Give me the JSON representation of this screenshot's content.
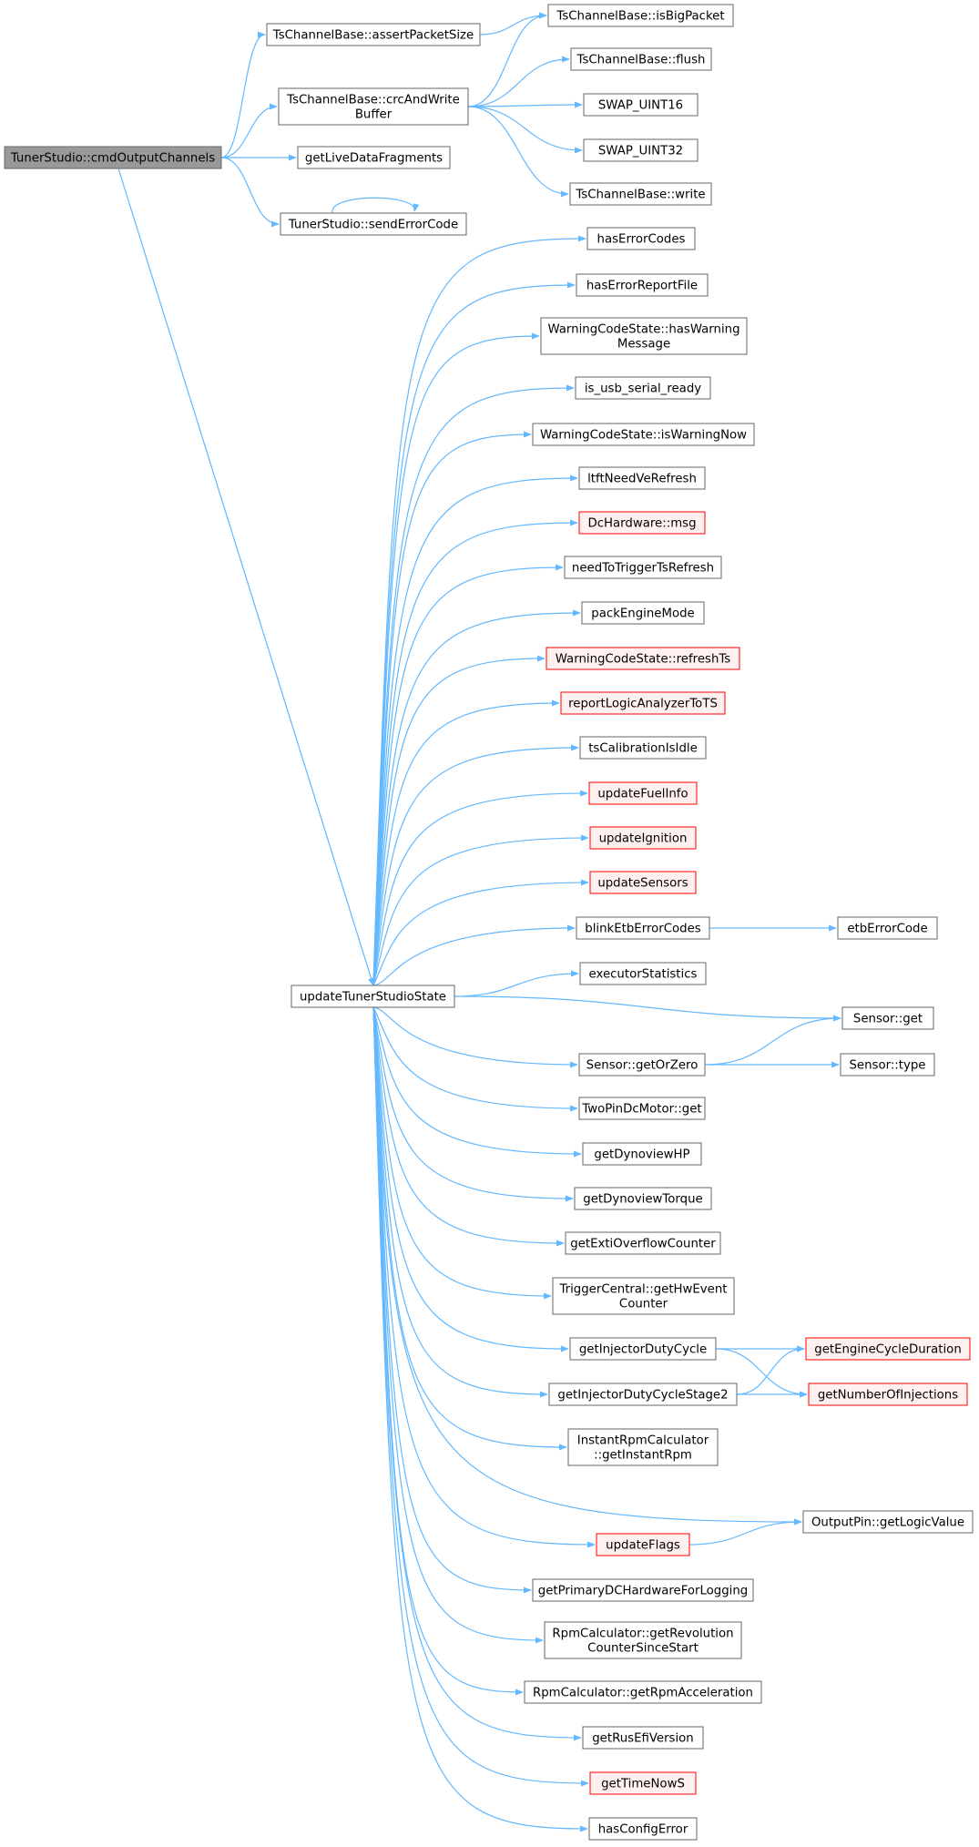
{
  "colors": {
    "edge": "#63b8ff",
    "node_border": "#666666",
    "node_fill": "#ffffff",
    "root_fill": "#999999",
    "root_border": "#666666",
    "incomplete_border": "#ff0000",
    "incomplete_fill": "#fff0f0"
  },
  "nodes": [
    {
      "id": "root",
      "lines": [
        "TunerStudio::cmdOutputChannels"
      ],
      "style": "root"
    },
    {
      "id": "assertPacketSize",
      "lines": [
        "TsChannelBase::assertPacketSize"
      ],
      "style": "normal"
    },
    {
      "id": "isBigPacket",
      "lines": [
        "TsChannelBase::isBigPacket"
      ],
      "style": "normal"
    },
    {
      "id": "crcAndWriteBuffer",
      "lines": [
        "TsChannelBase::crcAndWrite",
        "Buffer"
      ],
      "style": "normal"
    },
    {
      "id": "flush",
      "lines": [
        "TsChannelBase::flush"
      ],
      "style": "normal"
    },
    {
      "id": "swap16",
      "lines": [
        "SWAP_UINT16"
      ],
      "style": "normal"
    },
    {
      "id": "swap32",
      "lines": [
        "SWAP_UINT32"
      ],
      "style": "normal"
    },
    {
      "id": "write",
      "lines": [
        "TsChannelBase::write"
      ],
      "style": "normal"
    },
    {
      "id": "getLiveDataFragments",
      "lines": [
        "getLiveDataFragments"
      ],
      "style": "normal"
    },
    {
      "id": "sendErrorCode",
      "lines": [
        "TunerStudio::sendErrorCode"
      ],
      "style": "normal"
    },
    {
      "id": "updateTunerStudioState",
      "lines": [
        "updateTunerStudioState"
      ],
      "style": "normal"
    },
    {
      "id": "hasErrorCodes",
      "lines": [
        "hasErrorCodes"
      ],
      "style": "normal"
    },
    {
      "id": "hasErrorReportFile",
      "lines": [
        "hasErrorReportFile"
      ],
      "style": "normal"
    },
    {
      "id": "hasWarningMessage",
      "lines": [
        "WarningCodeState::hasWarning",
        "Message"
      ],
      "style": "normal"
    },
    {
      "id": "isUsbSerialReady",
      "lines": [
        "is_usb_serial_ready"
      ],
      "style": "normal"
    },
    {
      "id": "isWarningNow",
      "lines": [
        "WarningCodeState::isWarningNow"
      ],
      "style": "normal"
    },
    {
      "id": "ltftNeedVeRefresh",
      "lines": [
        "ltftNeedVeRefresh"
      ],
      "style": "normal"
    },
    {
      "id": "dcHardwareMsg",
      "lines": [
        "DcHardware::msg"
      ],
      "style": "incomplete"
    },
    {
      "id": "needToTriggerTsRefresh",
      "lines": [
        "needToTriggerTsRefresh"
      ],
      "style": "normal"
    },
    {
      "id": "packEngineMode",
      "lines": [
        "packEngineMode"
      ],
      "style": "normal"
    },
    {
      "id": "refreshTs",
      "lines": [
        "WarningCodeState::refreshTs"
      ],
      "style": "incomplete"
    },
    {
      "id": "reportLogicAnalyzerToTS",
      "lines": [
        "reportLogicAnalyzerToTS"
      ],
      "style": "incomplete"
    },
    {
      "id": "tsCalibrationIsIdle",
      "lines": [
        "tsCalibrationIsIdle"
      ],
      "style": "normal"
    },
    {
      "id": "updateFuelInfo",
      "lines": [
        "updateFuelInfo"
      ],
      "style": "incomplete"
    },
    {
      "id": "updateIgnition",
      "lines": [
        "updateIgnition"
      ],
      "style": "incomplete"
    },
    {
      "id": "updateSensors",
      "lines": [
        "updateSensors"
      ],
      "style": "incomplete"
    },
    {
      "id": "blinkEtbErrorCodes",
      "lines": [
        "blinkEtbErrorCodes"
      ],
      "style": "normal"
    },
    {
      "id": "etbErrorCode",
      "lines": [
        "etbErrorCode"
      ],
      "style": "normal"
    },
    {
      "id": "executorStatistics",
      "lines": [
        "executorStatistics"
      ],
      "style": "normal"
    },
    {
      "id": "sensorGet",
      "lines": [
        "Sensor::get"
      ],
      "style": "normal"
    },
    {
      "id": "sensorGetOrZero",
      "lines": [
        "Sensor::getOrZero"
      ],
      "style": "normal"
    },
    {
      "id": "sensorType",
      "lines": [
        "Sensor::type"
      ],
      "style": "normal"
    },
    {
      "id": "twoPinDcMotorGet",
      "lines": [
        "TwoPinDcMotor::get"
      ],
      "style": "normal"
    },
    {
      "id": "getDynoviewHP",
      "lines": [
        "getDynoviewHP"
      ],
      "style": "normal"
    },
    {
      "id": "getDynoviewTorque",
      "lines": [
        "getDynoviewTorque"
      ],
      "style": "normal"
    },
    {
      "id": "getExtiOverflowCounter",
      "lines": [
        "getExtiOverflowCounter"
      ],
      "style": "normal"
    },
    {
      "id": "getHwEventCounter",
      "lines": [
        "TriggerCentral::getHwEvent",
        "Counter"
      ],
      "style": "normal"
    },
    {
      "id": "getInjectorDutyCycle",
      "lines": [
        "getInjectorDutyCycle"
      ],
      "style": "normal"
    },
    {
      "id": "getEngineCycleDuration",
      "lines": [
        "getEngineCycleDuration"
      ],
      "style": "incomplete"
    },
    {
      "id": "getInjectorDutyCycleStage2",
      "lines": [
        "getInjectorDutyCycleStage2"
      ],
      "style": "normal"
    },
    {
      "id": "getNumberOfInjections",
      "lines": [
        "getNumberOfInjections"
      ],
      "style": "incomplete"
    },
    {
      "id": "getInstantRpm",
      "lines": [
        "InstantRpmCalculator",
        "::getInstantRpm"
      ],
      "style": "normal"
    },
    {
      "id": "getLogicValue",
      "lines": [
        "OutputPin::getLogicValue"
      ],
      "style": "normal"
    },
    {
      "id": "updateFlags",
      "lines": [
        "updateFlags"
      ],
      "style": "incomplete"
    },
    {
      "id": "getPrimaryDCHardwareForLogging",
      "lines": [
        "getPrimaryDCHardwareForLogging"
      ],
      "style": "normal"
    },
    {
      "id": "getRevolutionCounterSinceStart",
      "lines": [
        "RpmCalculator::getRevolution",
        "CounterSinceStart"
      ],
      "style": "normal"
    },
    {
      "id": "getRpmAcceleration",
      "lines": [
        "RpmCalculator::getRpmAcceleration"
      ],
      "style": "normal"
    },
    {
      "id": "getRusEfiVersion",
      "lines": [
        "getRusEfiVersion"
      ],
      "style": "normal"
    },
    {
      "id": "getTimeNowS",
      "lines": [
        "getTimeNowS"
      ],
      "style": "incomplete"
    },
    {
      "id": "hasConfigError",
      "lines": [
        "hasConfigError"
      ],
      "style": "normal"
    }
  ],
  "edges": [
    [
      "root",
      "assertPacketSize"
    ],
    [
      "root",
      "crcAndWriteBuffer"
    ],
    [
      "root",
      "getLiveDataFragments"
    ],
    [
      "root",
      "sendErrorCode"
    ],
    [
      "root",
      "updateTunerStudioState"
    ],
    [
      "assertPacketSize",
      "isBigPacket"
    ],
    [
      "crcAndWriteBuffer",
      "isBigPacket"
    ],
    [
      "crcAndWriteBuffer",
      "flush"
    ],
    [
      "crcAndWriteBuffer",
      "swap16"
    ],
    [
      "crcAndWriteBuffer",
      "swap32"
    ],
    [
      "crcAndWriteBuffer",
      "write"
    ],
    [
      "sendErrorCode",
      "sendErrorCode"
    ],
    [
      "updateTunerStudioState",
      "hasErrorCodes"
    ],
    [
      "updateTunerStudioState",
      "hasErrorReportFile"
    ],
    [
      "updateTunerStudioState",
      "hasWarningMessage"
    ],
    [
      "updateTunerStudioState",
      "isUsbSerialReady"
    ],
    [
      "updateTunerStudioState",
      "isWarningNow"
    ],
    [
      "updateTunerStudioState",
      "ltftNeedVeRefresh"
    ],
    [
      "updateTunerStudioState",
      "dcHardwareMsg"
    ],
    [
      "updateTunerStudioState",
      "needToTriggerTsRefresh"
    ],
    [
      "updateTunerStudioState",
      "packEngineMode"
    ],
    [
      "updateTunerStudioState",
      "refreshTs"
    ],
    [
      "updateTunerStudioState",
      "reportLogicAnalyzerToTS"
    ],
    [
      "updateTunerStudioState",
      "tsCalibrationIsIdle"
    ],
    [
      "updateTunerStudioState",
      "updateFuelInfo"
    ],
    [
      "updateTunerStudioState",
      "updateIgnition"
    ],
    [
      "updateTunerStudioState",
      "updateSensors"
    ],
    [
      "updateTunerStudioState",
      "blinkEtbErrorCodes"
    ],
    [
      "updateTunerStudioState",
      "executorStatistics"
    ],
    [
      "updateTunerStudioState",
      "sensorGet"
    ],
    [
      "updateTunerStudioState",
      "sensorGetOrZero"
    ],
    [
      "updateTunerStudioState",
      "twoPinDcMotorGet"
    ],
    [
      "updateTunerStudioState",
      "getDynoviewHP"
    ],
    [
      "updateTunerStudioState",
      "getDynoviewTorque"
    ],
    [
      "updateTunerStudioState",
      "getExtiOverflowCounter"
    ],
    [
      "updateTunerStudioState",
      "getHwEventCounter"
    ],
    [
      "updateTunerStudioState",
      "getInjectorDutyCycle"
    ],
    [
      "updateTunerStudioState",
      "getInjectorDutyCycleStage2"
    ],
    [
      "updateTunerStudioState",
      "getInstantRpm"
    ],
    [
      "updateTunerStudioState",
      "getLogicValue"
    ],
    [
      "updateTunerStudioState",
      "updateFlags"
    ],
    [
      "updateTunerStudioState",
      "getPrimaryDCHardwareForLogging"
    ],
    [
      "updateTunerStudioState",
      "getRevolutionCounterSinceStart"
    ],
    [
      "updateTunerStudioState",
      "getRpmAcceleration"
    ],
    [
      "updateTunerStudioState",
      "getRusEfiVersion"
    ],
    [
      "updateTunerStudioState",
      "getTimeNowS"
    ],
    [
      "updateTunerStudioState",
      "hasConfigError"
    ],
    [
      "blinkEtbErrorCodes",
      "etbErrorCode"
    ],
    [
      "sensorGetOrZero",
      "sensorGet"
    ],
    [
      "sensorGetOrZero",
      "sensorType"
    ],
    [
      "getInjectorDutyCycle",
      "getEngineCycleDuration"
    ],
    [
      "getInjectorDutyCycle",
      "getNumberOfInjections"
    ],
    [
      "getInjectorDutyCycleStage2",
      "getEngineCycleDuration"
    ],
    [
      "getInjectorDutyCycleStage2",
      "getNumberOfInjections"
    ],
    [
      "updateFlags",
      "getLogicValue"
    ]
  ]
}
